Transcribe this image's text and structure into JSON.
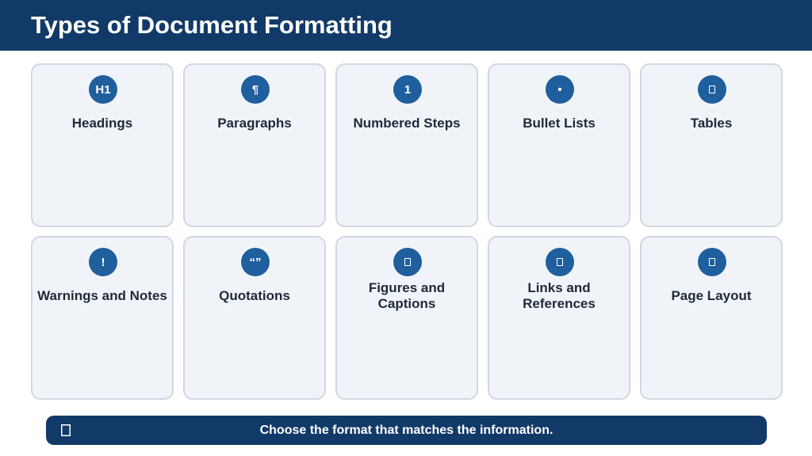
{
  "header": {
    "title": "Types of Document Formatting"
  },
  "cards": [
    {
      "label": "Headings",
      "icon_text": "H1",
      "icon": "heading-icon"
    },
    {
      "label": "Paragraphs",
      "icon_text": "¶",
      "icon": "pilcrow-icon"
    },
    {
      "label": "Numbered Steps",
      "icon_text": "1",
      "icon": "number-one-icon"
    },
    {
      "label": "Bullet Lists",
      "icon_text": "•",
      "icon": "bullet-icon"
    },
    {
      "label": "Tables",
      "icon_text": "",
      "icon": "table-icon"
    },
    {
      "label": "Warnings and Notes",
      "icon_text": "!",
      "icon": "exclamation-icon"
    },
    {
      "label": "Quotations",
      "icon_text": "“”",
      "icon": "quote-icon"
    },
    {
      "label": "Figures and Captions",
      "icon_text": "",
      "icon": "figure-icon"
    },
    {
      "label": "Links and References",
      "icon_text": "",
      "icon": "link-icon"
    },
    {
      "label": "Page Layout",
      "icon_text": "",
      "icon": "layout-icon"
    }
  ],
  "footer": {
    "text": "Choose the format that matches the information.",
    "icon": "info-icon"
  },
  "colors": {
    "header_bg": "#123a68",
    "card_bg": "#f0f4f8",
    "card_border": "#cfd8e3",
    "icon_bg": "#1f5f9e",
    "label_text": "#1e2a3a"
  }
}
